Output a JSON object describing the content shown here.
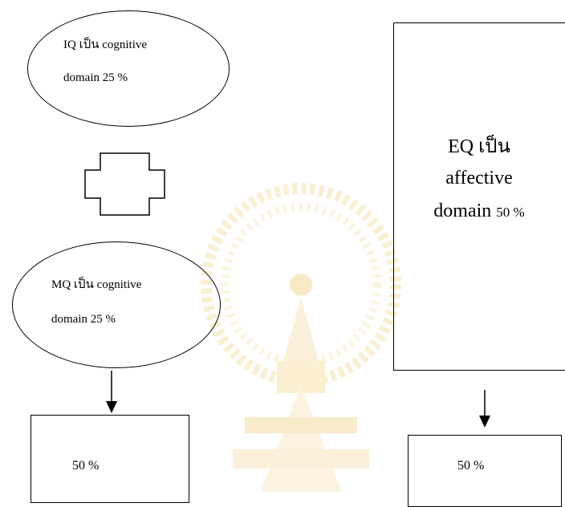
{
  "iq": {
    "line1": "IQ เป็น cognitive",
    "line2": "domain 25 %"
  },
  "mq": {
    "line1": "MQ เป็น cognitive",
    "line2": "domain  25 %"
  },
  "eq": {
    "line1": "EQ เป็น",
    "line2": "affective",
    "line3_main": "domain",
    "line3_small": "50 %"
  },
  "left_result": "50 %",
  "right_result": "50 %",
  "colors": {
    "stroke": "#000000",
    "watermark": "#f6dca0"
  },
  "icons": {
    "connector": "cross-shape-icon",
    "arrow": "down-arrow-icon",
    "watermark": "university-emblem-watermark"
  }
}
